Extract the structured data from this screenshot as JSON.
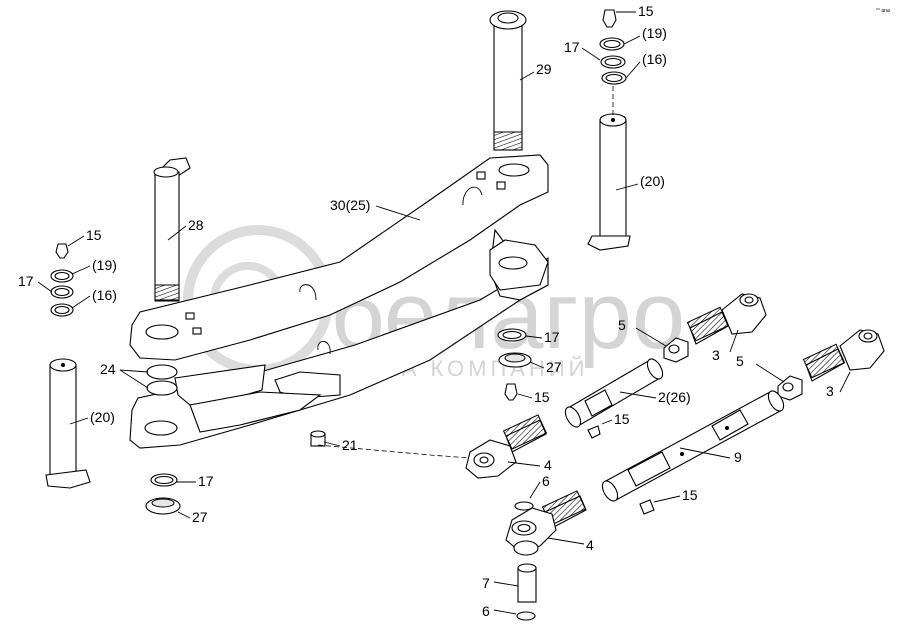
{
  "corner_mark": "°° ana",
  "watermark": {
    "text1": "белагро",
    "text2": "ГРУППА КОМПАНИЙ"
  },
  "callouts": [
    {
      "id": "c1",
      "text": "15"
    },
    {
      "id": "c2",
      "text": "(19)"
    },
    {
      "id": "c3",
      "text": "17"
    },
    {
      "id": "c4",
      "text": "(16)"
    },
    {
      "id": "c5",
      "text": "29"
    },
    {
      "id": "c6",
      "text": "(20)"
    },
    {
      "id": "c7",
      "text": "30(25)"
    },
    {
      "id": "c8",
      "text": "28"
    },
    {
      "id": "c9",
      "text": "15"
    },
    {
      "id": "c10",
      "text": "(19)"
    },
    {
      "id": "c11",
      "text": "17"
    },
    {
      "id": "c12",
      "text": "(16)"
    },
    {
      "id": "c13",
      "text": "24"
    },
    {
      "id": "c14",
      "text": "(20)"
    },
    {
      "id": "c15",
      "text": "17"
    },
    {
      "id": "c16",
      "text": "27"
    },
    {
      "id": "c17",
      "text": "21"
    },
    {
      "id": "c18",
      "text": "17"
    },
    {
      "id": "c19",
      "text": "27"
    },
    {
      "id": "c20",
      "text": "15"
    },
    {
      "id": "c21",
      "text": "5"
    },
    {
      "id": "c22",
      "text": "3"
    },
    {
      "id": "c23",
      "text": "5"
    },
    {
      "id": "c24",
      "text": "3"
    },
    {
      "id": "c25",
      "text": "2(26)"
    },
    {
      "id": "c26",
      "text": "15"
    },
    {
      "id": "c27",
      "text": "9"
    },
    {
      "id": "c28",
      "text": "4"
    },
    {
      "id": "c29",
      "text": "6"
    },
    {
      "id": "c30",
      "text": "15"
    },
    {
      "id": "c31",
      "text": "4"
    },
    {
      "id": "c32",
      "text": "7"
    },
    {
      "id": "c33",
      "text": "6"
    }
  ]
}
